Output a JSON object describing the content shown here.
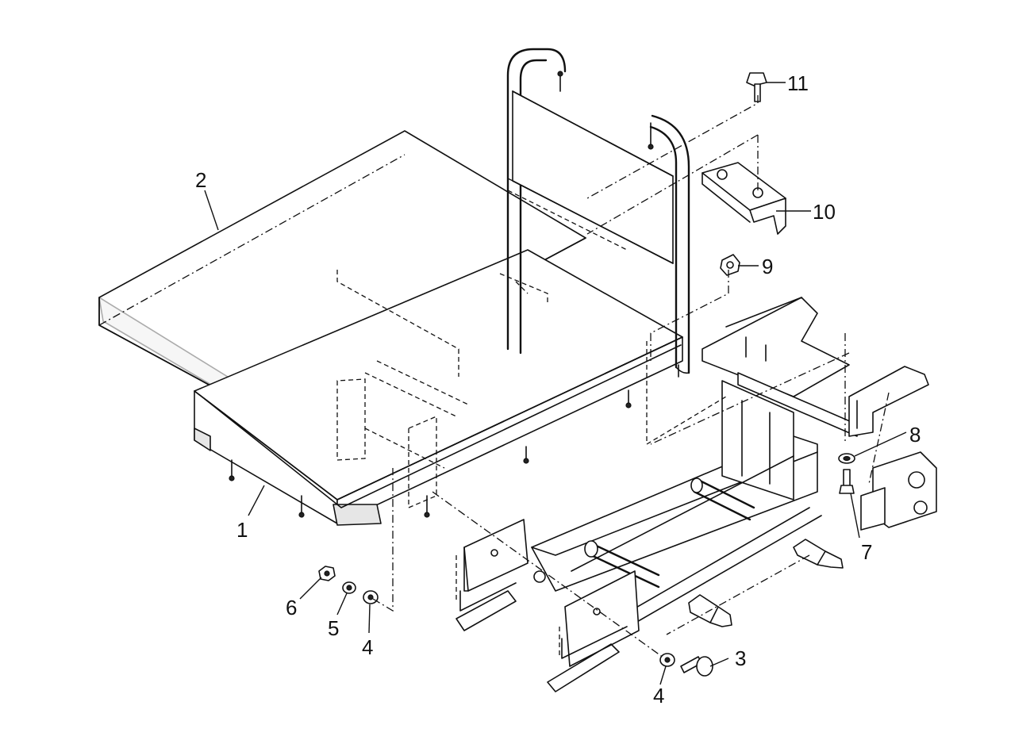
{
  "callouts": [
    {
      "id": "c1",
      "label": "1"
    },
    {
      "id": "c2",
      "label": "2"
    },
    {
      "id": "c3",
      "label": "3"
    },
    {
      "id": "c4a",
      "label": "4"
    },
    {
      "id": "c4b",
      "label": "4"
    },
    {
      "id": "c5",
      "label": "5"
    },
    {
      "id": "c6",
      "label": "6"
    },
    {
      "id": "c7",
      "label": "7"
    },
    {
      "id": "c8",
      "label": "8"
    },
    {
      "id": "c9",
      "label": "9"
    },
    {
      "id": "c10",
      "label": "10"
    },
    {
      "id": "c11",
      "label": "11"
    }
  ]
}
